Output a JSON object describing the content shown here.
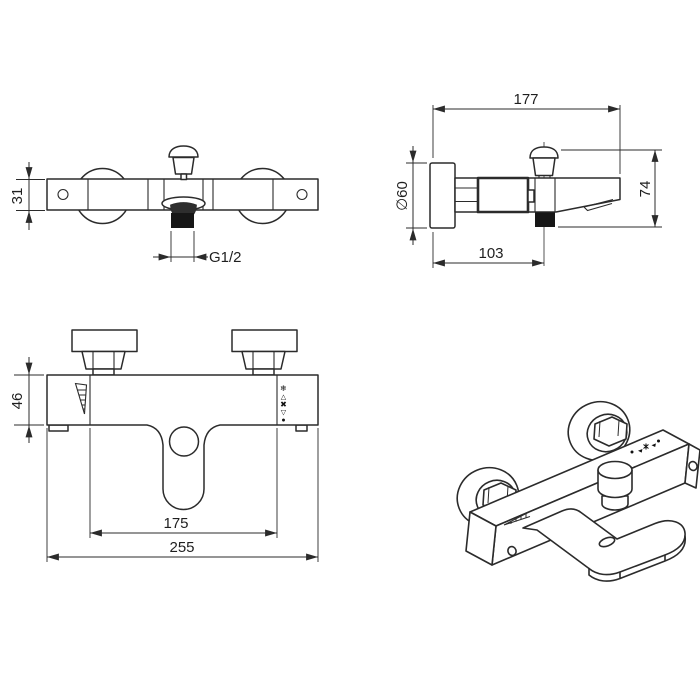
{
  "colors": {
    "line": "#2b2b2b",
    "solid_fill": "#161616",
    "background": "#ffffff"
  },
  "views": {
    "front_top": {
      "dim_height": "31",
      "dim_thread": "G1/2"
    },
    "side": {
      "dim_width": "177",
      "dim_flange_diameter": "∅60",
      "dim_height": "74",
      "dim_wall_to_outlet": "103"
    },
    "front_main": {
      "dim_body_height": "46",
      "dim_centers": "175",
      "dim_overall_width": "255",
      "indicators": [
        "❄",
        "△",
        "✖",
        "▽",
        "●"
      ]
    }
  }
}
